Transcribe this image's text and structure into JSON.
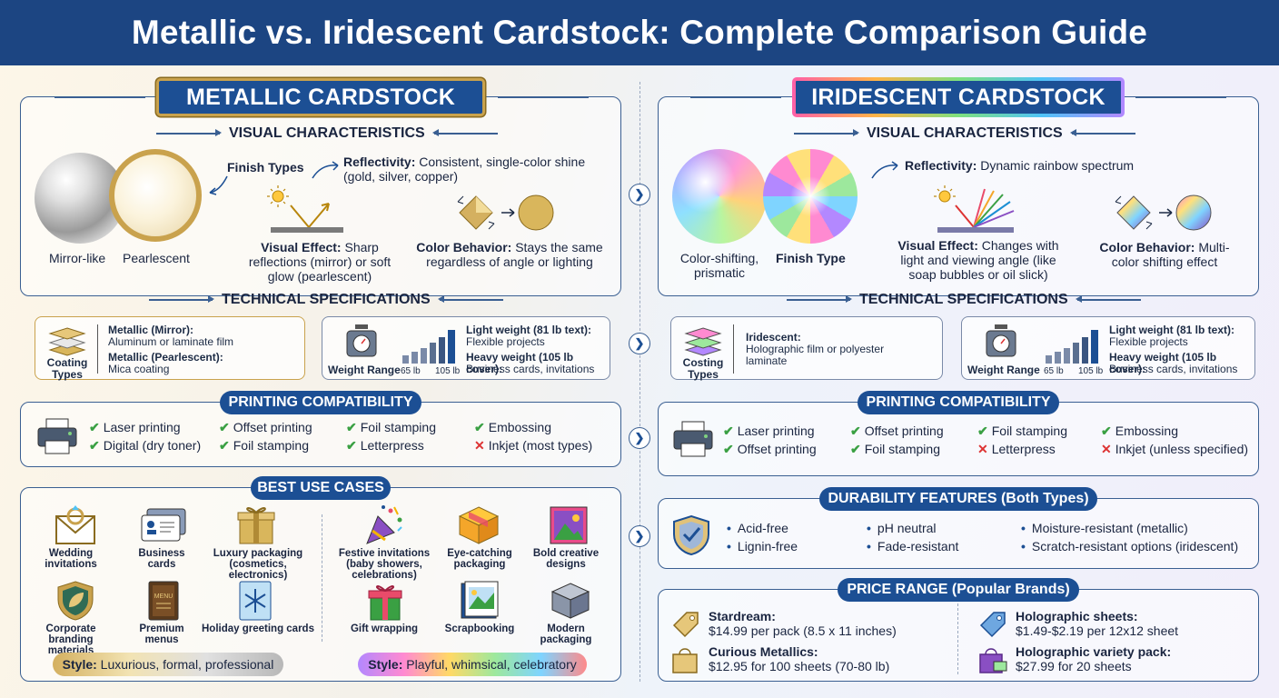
{
  "title": "Metallic vs. Iridescent Cardstock: Complete Comparison Guide",
  "metallic": {
    "title": "METALLIC CARDSTOCK",
    "visual": {
      "heading": "VISUAL CHARACTERISTICS",
      "finish_types_label": "Finish Types",
      "finish1": "Mirror-like",
      "finish2": "Pearlescent",
      "reflectivity_label": "Reflectivity:",
      "reflectivity_text": "Consistent, single-color shine (gold, silver, copper)",
      "effect_label": "Visual Effect:",
      "effect_text": "Sharp reflections (mirror) or soft glow (pearlescent)",
      "color_label": "Color Behavior:",
      "color_text": "Stays the same regardless of angle or lighting"
    },
    "tech": {
      "heading": "TECHNICAL SPECIFICATIONS",
      "coating_label": "Coating Types",
      "coat1_title": "Metallic (Mirror):",
      "coat1_text": "Aluminum or laminate film",
      "coat2_title": "Metallic (Pearlescent):",
      "coat2_text": "Mica coating",
      "weight_label": "Weight Range",
      "w_low": "65 lb",
      "w_high": "105 lb",
      "light_title": "Light weight (81 lb text):",
      "light_text": "Flexible projects",
      "heavy_title": "Heavy weight (105 lb cover):",
      "heavy_text": "Business cards, invitations"
    },
    "printing": {
      "heading": "PRINTING COMPATIBILITY",
      "items": [
        {
          "mark": "✔",
          "ok": true,
          "label": "Laser printing"
        },
        {
          "mark": "✔",
          "ok": true,
          "label": "Offset printing"
        },
        {
          "mark": "✔",
          "ok": true,
          "label": "Foil stamping"
        },
        {
          "mark": "✔",
          "ok": true,
          "label": "Embossing"
        },
        {
          "mark": "✔",
          "ok": true,
          "label": "Digital (dry toner)"
        },
        {
          "mark": "✔",
          "ok": true,
          "label": "Foil stamping"
        },
        {
          "mark": "✔",
          "ok": true,
          "label": "Letterpress"
        },
        {
          "mark": "✕",
          "ok": false,
          "label": "Inkjet (most types)"
        }
      ]
    },
    "uses": {
      "heading": "BEST USE CASES",
      "left": [
        "Wedding invitations",
        "Business cards",
        "Luxury packaging (cosmetics, electronics)",
        "Corporate branding materials",
        "Premium menus",
        "Holiday greeting cards"
      ],
      "right": [
        "Festive invitations (baby showers, celebrations)",
        "Eye-catching packaging",
        "Bold creative designs",
        "Gift wrapping",
        "Scrapbooking",
        "Modern packaging"
      ],
      "style_label": "Style:",
      "style_left": "Luxurious, formal, professional",
      "style_right": "Playful, whimsical, celebratory",
      "menu_text": "MENU"
    }
  },
  "iridescent": {
    "title": "IRIDESCENT CARDSTOCK",
    "visual": {
      "heading": "VISUAL CHARACTERISTICS",
      "finish1": "Color-shifting, prismatic",
      "finish_type_label": "Finish Type",
      "reflectivity_label": "Reflectivity:",
      "reflectivity_text": "Dynamic rainbow spectrum",
      "effect_label": "Visual Effect:",
      "effect_text": "Changes with light and viewing angle (like soap bubbles or oil slick)",
      "color_label": "Color Behavior:",
      "color_text": "Multi-color shifting effect"
    },
    "tech": {
      "heading": "TECHNICAL SPECIFICATIONS",
      "coating_label": "Costing Types",
      "coat_title": "Iridescent:",
      "coat_text": "Holographic film or polyester laminate",
      "weight_label": "Weight Range",
      "w_low": "65 lb",
      "w_high": "105 lb",
      "light_title": "Light weight (81 lb text):",
      "light_text": "Flexible projects",
      "heavy_title": "Heavy weight (105 lb cover):",
      "heavy_text": "Business cards, invitations"
    },
    "printing": {
      "heading": "PRINTING COMPATIBILITY",
      "items": [
        {
          "mark": "✔",
          "ok": true,
          "label": "Laser printing"
        },
        {
          "mark": "✔",
          "ok": true,
          "label": "Offset printing"
        },
        {
          "mark": "✔",
          "ok": true,
          "label": "Foil stamping"
        },
        {
          "mark": "✔",
          "ok": true,
          "label": "Embossing"
        },
        {
          "mark": "✔",
          "ok": true,
          "label": "Offset printing"
        },
        {
          "mark": "✔",
          "ok": true,
          "label": "Foil stamping"
        },
        {
          "mark": "✕",
          "ok": false,
          "label": "Letterpress"
        },
        {
          "mark": "✕",
          "ok": false,
          "label": "Inkjet (unless specified)"
        }
      ]
    },
    "durability": {
      "heading": "DURABILITY FEATURES (Both Types)",
      "items": [
        "Acid-free",
        "pH neutral",
        "Moisture-resistant (metallic)",
        "Lignin-free",
        "Fade-resistant",
        "Scratch-resistant options (iridescent)"
      ]
    },
    "price": {
      "heading": "PRICE RANGE (Popular Brands)",
      "items": [
        {
          "title": "Stardream:",
          "text": "$14.99 per pack (8.5 x 11 inches)"
        },
        {
          "title": "Curious Metallics:",
          "text": "$12.95 for 100 sheets (70-80 lb)"
        },
        {
          "title": "Holographic sheets:",
          "text": "$1.49-$2.19 per 12x12 sheet"
        },
        {
          "title": "Holographic variety pack:",
          "text": "$27.99 for 20 sheets"
        }
      ]
    }
  },
  "nav_glyph": "❯",
  "colors": {
    "navy": "#1c4f94",
    "gold": "#c9a24d",
    "check": "#3aa043",
    "cross": "#dd3333"
  }
}
